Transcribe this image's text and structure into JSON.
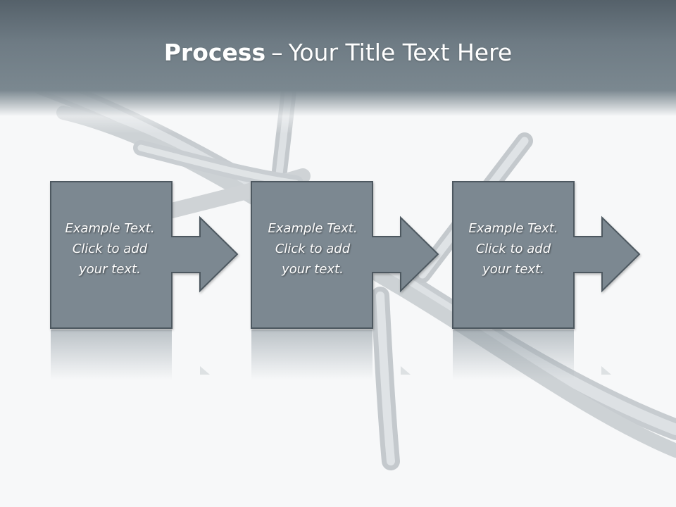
{
  "title": {
    "bold": "Process",
    "dash": "–",
    "rest": "Your Title Text Here"
  },
  "steps": [
    {
      "line1": "Example Text.",
      "line2": "Click  to add",
      "line3": "your text."
    },
    {
      "line1": "Example Text.",
      "line2": "Click  to add",
      "line3": "your text."
    },
    {
      "line1": "Example Text.",
      "line2": "Click  to add",
      "line3": "your text."
    }
  ],
  "colors": {
    "header": "#6e7b84",
    "box_fill": "#7b8891",
    "box_stroke": "#4d5961",
    "background": "#f7f8f9"
  }
}
